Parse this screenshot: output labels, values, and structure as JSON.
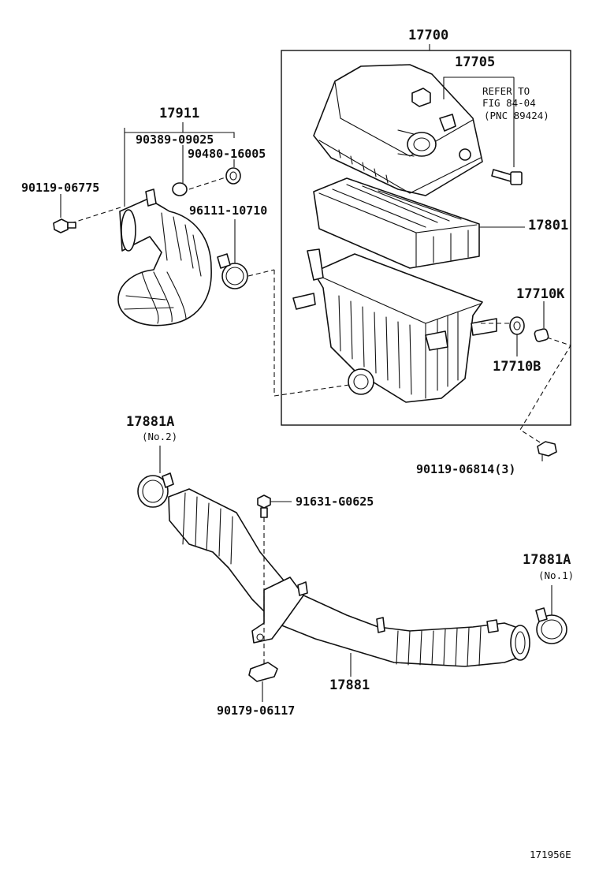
{
  "labels": {
    "p17700": "17700",
    "p17705": "17705",
    "refer_line1": "REFER TO",
    "refer_line2": "FIG 84-04",
    "refer_line3": "(PNC 89424)",
    "p17911": "17911",
    "p90389": "90389-09025",
    "p90480": "90480-16005",
    "p90119a": "90119-06775",
    "p96111": "96111-10710",
    "p17801": "17801",
    "p17710K": "17710K",
    "p17710B": "17710B",
    "p90119b": "90119-06814(3)",
    "p17881A_2": "17881A",
    "no2": "(No.2)",
    "p91631": "91631-G0625",
    "p17881A_1": "17881A",
    "no1": "(No.1)",
    "p17881": "17881",
    "p90179": "90179-06117",
    "drawing_id": "171956E"
  }
}
